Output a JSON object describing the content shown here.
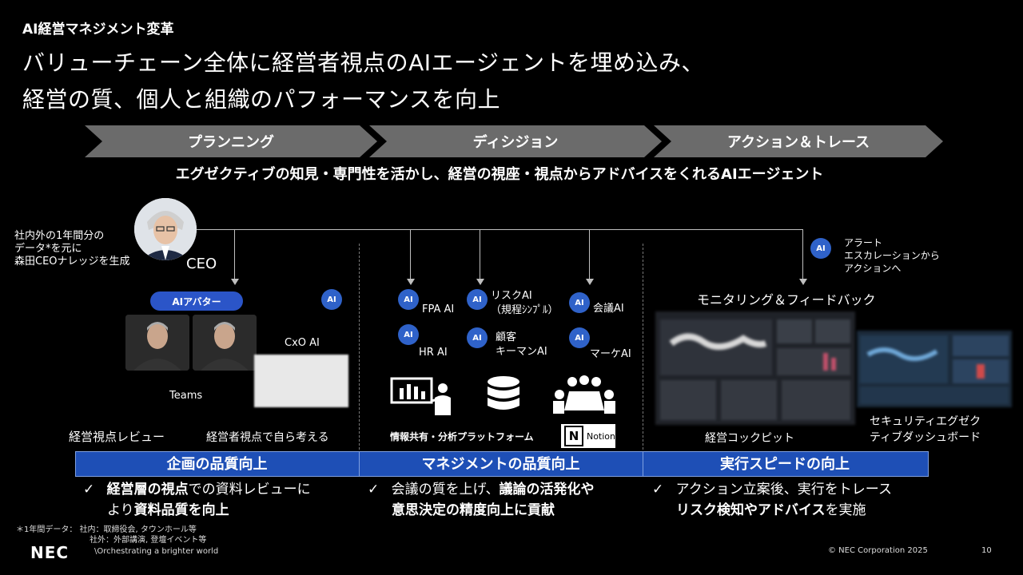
{
  "section_title": "AI経営マネジメント変革",
  "headline": {
    "line1": "バリューチェーン全体に経営者視点のAIエージェントを埋め込み、",
    "line2": "経営の質、個人と組織のパフォーマンスを向上"
  },
  "phases": [
    "プランニング",
    "ディシジョン",
    "アクション＆トレース"
  ],
  "tagline": "エグゼクティブの知見・専門性を活かし、経営の視座・視点からアドバイスをくれるAIエージェント",
  "ceo": {
    "note_line1": "社内外の1年間分の",
    "note_line2": "データ*を元に",
    "note_line3": "森田CEOナレッジを生成",
    "label": "CEO"
  },
  "planning": {
    "avatar_label": "AIアバター",
    "teams_label": "Teams",
    "cxo_label": "CxO AI",
    "review_label": "経営視点レビュー",
    "self_label": "経営者視点で自ら考える"
  },
  "decision": {
    "agents": {
      "fpa": "FPA AI",
      "risk_line1": "リスクAI",
      "risk_line2": "（規程ｼﾝﾌﾟﾙ）",
      "meeting": "会議AI",
      "hr": "HR AI",
      "customer_line1": "顧客",
      "customer_line2": "キーマンAI",
      "marketing": "マーケAI"
    },
    "platform_label": "情報共有・分析プラットフォーム",
    "notion_label": "Notion"
  },
  "action": {
    "alert_line1": "アラート",
    "alert_line2": "エスカレーションから",
    "alert_line3": "アクションへ",
    "monitoring_label": "モニタリング＆フィードバック",
    "cockpit_label": "経営コックピット",
    "security_line1": "セキュリティエグゼク",
    "security_line2": "ティブダッシュボード"
  },
  "ai_badge": "AI",
  "outcomes": [
    "企画の品質向上",
    "マネジメントの品質向上",
    "実行スピードの向上"
  ],
  "bullets": {
    "b1_bold1": "経営層の視点",
    "b1_text1": "での資料レビューに",
    "b1_text2": "より",
    "b1_bold2": "資料品質を向上",
    "b2_text1": "会議の質を上げ、",
    "b2_bold1": "議論の活発化や",
    "b2_bold2": "意思決定の精度向上に貢献",
    "b3_text1": "アクション立案後、実行をトレース",
    "b3_bold1": "リスク検知やアドバイス",
    "b3_text2": "を実施"
  },
  "check": "✓",
  "footnote_line1": "＊1年間データ： 社内：取締役会, タウンホール等",
  "footnote_line2": "社外：外部講演, 登壇イベント等",
  "logo": "NEC",
  "slogan": "\\Orchestrating a brighter world",
  "copyright": "© NEC Corporation 2025",
  "page_number": "10"
}
